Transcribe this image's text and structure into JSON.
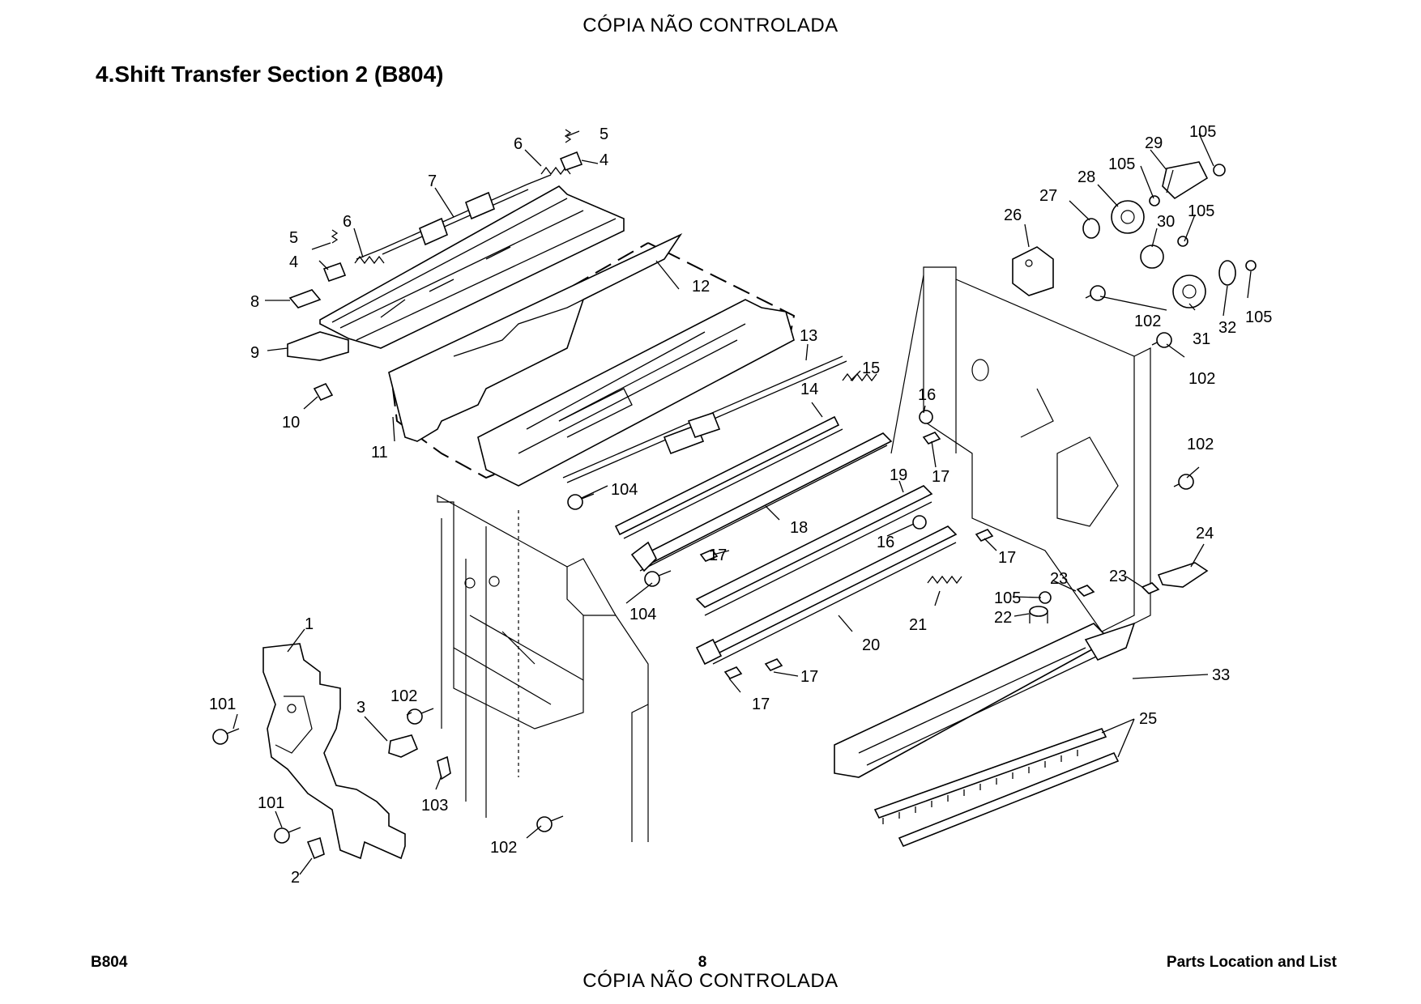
{
  "header": {
    "stamp": "CÓPIA NÃO CONTROLADA",
    "title": "4.Shift Transfer Section 2 (B804)"
  },
  "footer": {
    "model": "B804",
    "page": "8",
    "section": "Parts Location and List",
    "stamp": "CÓPIA NÃO CONTROLADA"
  },
  "callouts": {
    "c1": "1",
    "c2": "2",
    "c3": "3",
    "c4a": "4",
    "c4b": "4",
    "c5a": "5",
    "c5b": "5",
    "c6a": "6",
    "c6b": "6",
    "c7": "7",
    "c8": "8",
    "c9": "9",
    "c10": "10",
    "c11": "11",
    "c12": "12",
    "c13": "13",
    "c14": "14",
    "c15": "15",
    "c16a": "16",
    "c16b": "16",
    "c17a": "17",
    "c17b": "17",
    "c17c": "17",
    "c17d": "17",
    "c17e": "17",
    "c18": "18",
    "c19": "19",
    "c20": "20",
    "c21": "21",
    "c22": "22",
    "c23a": "23",
    "c23b": "23",
    "c24": "24",
    "c25": "25",
    "c26": "26",
    "c27": "27",
    "c28": "28",
    "c29": "29",
    "c30": "30",
    "c31": "31",
    "c32": "32",
    "c33": "33",
    "c101a": "101",
    "c101b": "101",
    "c102a": "102",
    "c102b": "102",
    "c102c": "102",
    "c102d": "102",
    "c102e": "102",
    "c103": "103",
    "c104a": "104",
    "c104b": "104",
    "c105a": "105",
    "c105b": "105",
    "c105c": "105",
    "c105d": "105",
    "c105e": "105"
  }
}
